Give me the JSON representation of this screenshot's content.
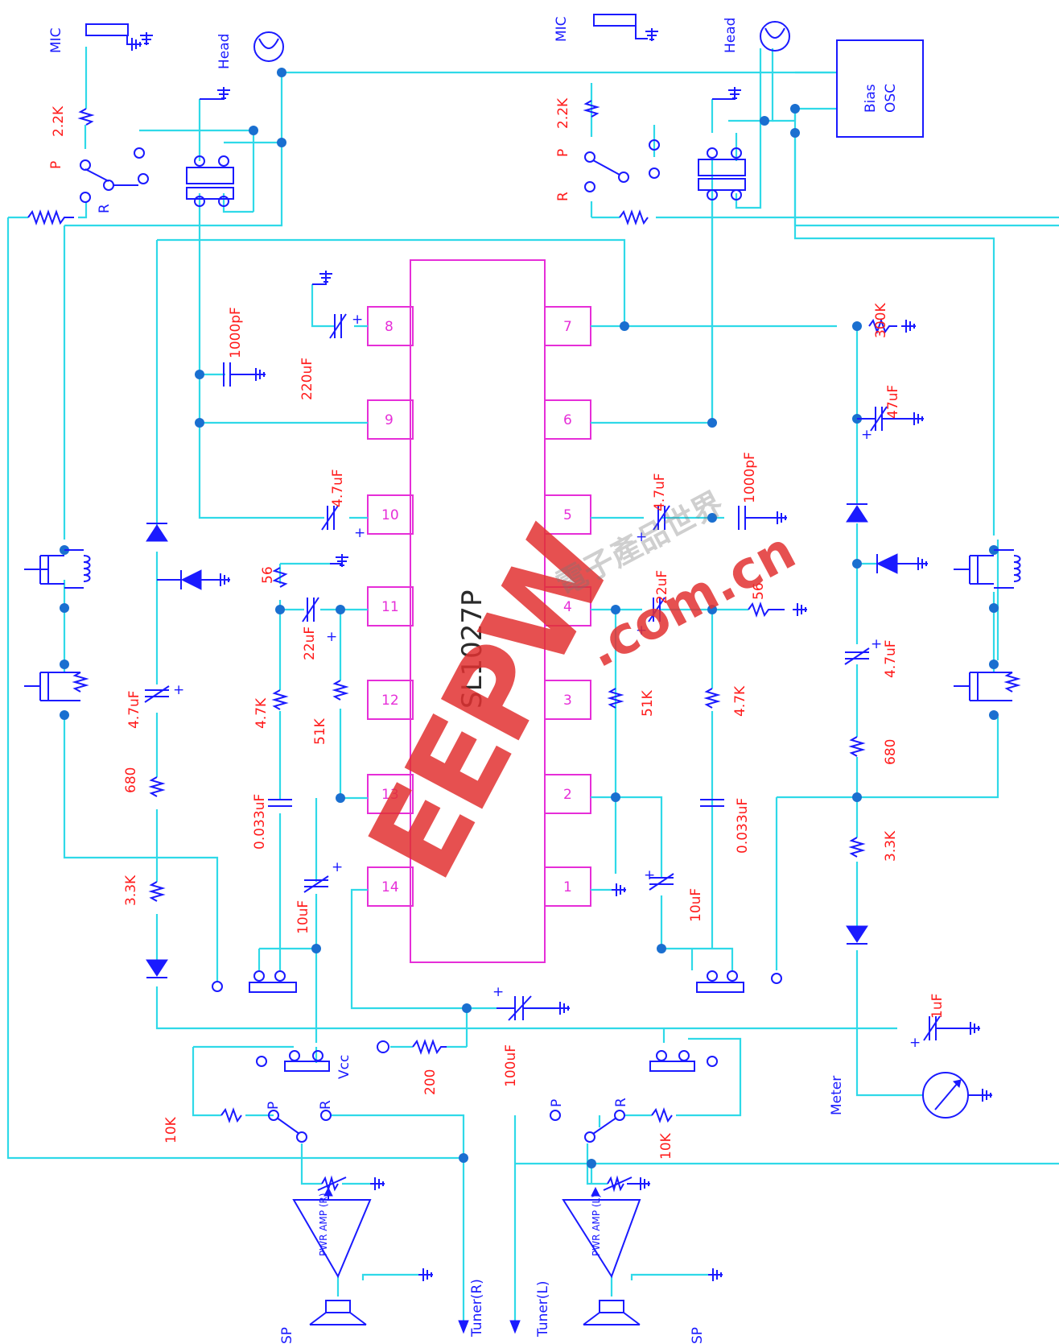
{
  "chip": {
    "part": "SL1027P",
    "pins": [
      "1",
      "2",
      "3",
      "4",
      "5",
      "6",
      "7",
      "8",
      "9",
      "10",
      "11",
      "12",
      "13",
      "14"
    ]
  },
  "left": {
    "mic": "MIC",
    "head": "Head",
    "p": "P",
    "r": "R",
    "r_mic": "2.2K",
    "c_pin8": "220uF",
    "c_pin10_cap": "1000pF",
    "c_pin10": "4.7uF",
    "r_pin11": "56",
    "c_pin11": "22uF",
    "r_pin12a": "4.7K",
    "r_pin12b": "51K",
    "c_pin13": "0.033uF",
    "c_pin13b": "10uF",
    "c_main": "4.7uF",
    "r_680": "680",
    "r_33": "3.3K",
    "r_10k": "10K",
    "amp": "PWR AMP (R)",
    "tuner": "Tuner(R)",
    "sp": "SP"
  },
  "right": {
    "mic": "MIC",
    "head": "Head",
    "p": "P",
    "r": "R",
    "bias": "Bias",
    "osc": "OSC",
    "r_mic": "2.2K",
    "r_300k": "300K",
    "c_47": "47uF",
    "c_pin5": "4.7uF",
    "c_pin5_cap": "1000pF",
    "c_pin4": "22uF",
    "r_pin4": "56",
    "r_pin3": "51K",
    "r_pin3b": "4.7K",
    "c_pin2": "0.033uF",
    "c_pin1": "10uF",
    "c_main": "4.7uF",
    "r_680": "680",
    "r_33": "3.3K",
    "r_10k": "10K",
    "c_meter": "1uF",
    "meter": "Meter",
    "amp": "PWR AMP (L)",
    "tuner": "Tuner(L)",
    "sp": "SP"
  },
  "center": {
    "r_200": "200",
    "c_100": "100uF",
    "vcc": "Vcc"
  },
  "watermark": {
    "brand": "EEPW",
    "domain": ".com.cn",
    "cn": "電子產品世界"
  }
}
